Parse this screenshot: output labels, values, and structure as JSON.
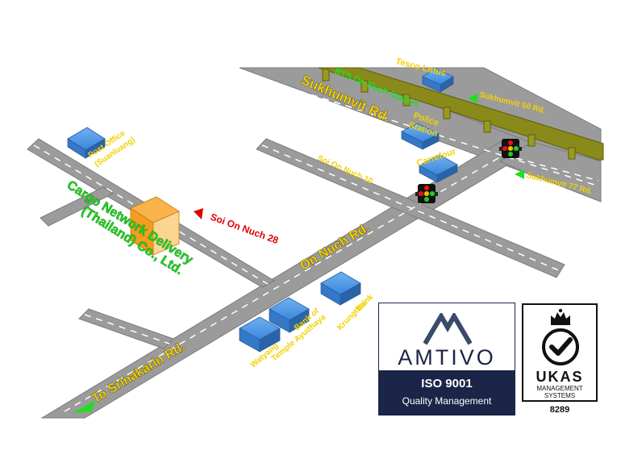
{
  "map": {
    "roads": {
      "sukhumvit": "Sukhumvit Rd.",
      "on_nuch": "On Nuch Rd.",
      "soi_on_nuch_10": "Soi On Nuch 10",
      "to_srinakarin": "To Srinakarin Rd.",
      "sukhumvit_50": "Sukhumvit 50 Rd.",
      "sukhumvit_77": "Sukhumvit 77 Rd."
    },
    "places": {
      "bts": "BTS On Nuch Station",
      "tesco": "Tesco Lotus",
      "police_1": "Police",
      "police_2": "Station",
      "carrefour": "Carrefour",
      "post_office_1": "Post Office",
      "post_office_2": "(Suanluang)",
      "watyang": "Watyang",
      "bank_1": "Bank of",
      "bank_2": "Temple Ayudhaya",
      "krungthai_1": "Krungthai",
      "krungthai_2": "Bank"
    },
    "company": {
      "line1": "Cargo Network Delivery",
      "line2": "(Thailand) Co., Ltd."
    },
    "marker": "Soi On Nuch 28"
  },
  "certifications": {
    "amtivo": {
      "brand": "AMTIVO",
      "standard": "ISO 9001",
      "scope": "Quality Management"
    },
    "ukas": {
      "name": "UKAS",
      "line1": "MANAGEMENT",
      "line2": "SYSTEMS",
      "number": "8289"
    }
  },
  "colors": {
    "road": "#9a9a9a",
    "road_edge": "#7a7a7a",
    "building": "#3b87dd",
    "company_building": "#f5a028",
    "bts_rail": "#8a8a1a",
    "label_yellow": "#f2d200",
    "label_green": "#22dd22",
    "label_red": "#e00000",
    "amtivo_navy": "#1a2547"
  }
}
